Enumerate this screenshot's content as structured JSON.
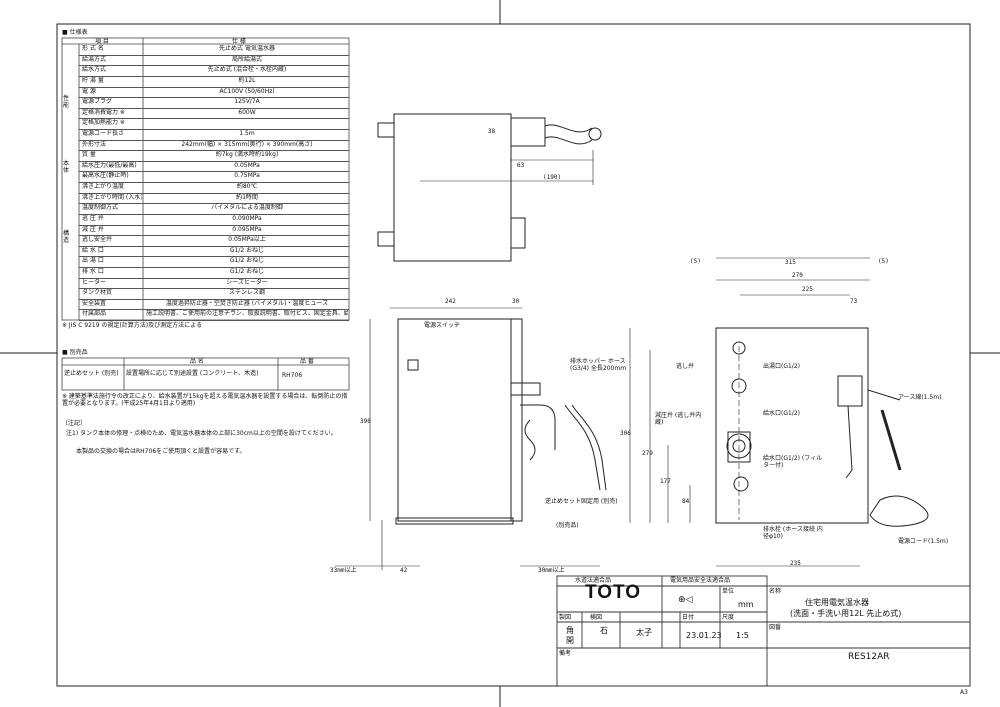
{
  "spec_table": {
    "title": "■ 仕様表",
    "header_item": "項 目",
    "header_spec": "仕 様",
    "rows": [
      {
        "label": "形 式 名",
        "value": "先止め式 電気温水器"
      },
      {
        "label": "給湯方式",
        "value": "局所給湯式"
      },
      {
        "label": "給水方式",
        "value": "先止め式 (混合栓・水栓内蔵)"
      },
      {
        "label": "貯 湯 量",
        "value": "約12L"
      },
      {
        "label": "電 源",
        "value": "AC100V (50/60Hz)"
      },
      {
        "label": "電源プラグ",
        "value": "125V/7A"
      },
      {
        "label": "定格消費電力 ※",
        "value": "600W"
      },
      {
        "label": "定格加熱能力 ※",
        "value": ""
      },
      {
        "label": "電源コード長さ",
        "value": "1.5m"
      },
      {
        "label": "外形寸法",
        "value": "242mm(幅) × 315mm(奥行) × 390mm(高さ)"
      },
      {
        "label": "質 量",
        "value": "約7kg (満水時約19kg)"
      },
      {
        "label": "給水圧力(最低/最高)",
        "value": "0.05MPa"
      },
      {
        "label": "最高水圧(静止時)",
        "value": "0.75MPa"
      },
      {
        "label": "沸き上がり温度",
        "value": "約80℃"
      },
      {
        "label": "沸き上がり時間 (入水温15℃)",
        "value": "約1時間"
      },
      {
        "label": "温度制御方式",
        "value": "バイメタルによる温度制御"
      },
      {
        "label": "逃 圧 弁",
        "value": "0.090MPa"
      },
      {
        "label": "減 圧 弁",
        "value": "0.095MPa"
      },
      {
        "label": "逃し安全弁",
        "value": "0.05MPa以上"
      },
      {
        "label": "給 水 口",
        "value": "G1/2 おねじ"
      },
      {
        "label": "出 湯 口",
        "value": "G1/2 おねじ"
      },
      {
        "label": "排 水 口",
        "value": "G1/2 おねじ"
      },
      {
        "label": "ヒーター",
        "value": "シーズヒーター"
      },
      {
        "label": "タンク材質",
        "value": "ステンレス鋼"
      },
      {
        "label": "安全装置",
        "value": "温度過昇防止器・空焚き防止器 (バイメタル)・温度ヒューズ"
      },
      {
        "label": "付属部品",
        "value": "施工説明書、ご使用前の注意チラシ、取扱説明書、取付ビス、固定金具、給水ホース (L=500mm)、排水ホッパー部 (L=200mm)"
      }
    ],
    "group_labels": [
      "性能",
      "本体",
      "構造"
    ],
    "footnote": "※ JIS C 9219 の規定(計算方法)及び測定方法による"
  },
  "accessory_table": {
    "title": "■ 別売品",
    "header_name": "品 名",
    "header_code": "品 番",
    "row": {
      "label": "逆止めセット (別売)",
      "name": "設置場所に応じて別途設置 (コンクリート、木造)",
      "code": "RH706"
    }
  },
  "notes": {
    "law_note": "※ 建築基準法施行令の改正により、給水装置が15kgを超える電気温水器を設置する場合は、転倒防止の措置が必要となります。(平成25年4月1日より適用)",
    "heading": "〔注記〕",
    "note1": "注1) タンク本体の修理・点検のため、電気温水器本体の上部に30cm以上の空間を設けてください。",
    "note2": "本製品の交換の場合はRH706をご使用頂くと設置が容易です。"
  },
  "drawing": {
    "top_dims": {
      "d_38": "38",
      "d_63": "63",
      "d_190": "(190)"
    },
    "front_dims": {
      "d_242": "242",
      "d_30": "30",
      "d_390": "390",
      "d_42": "42",
      "d_33": "33mm以上",
      "d_30b": "30mm以上"
    },
    "side_dims": {
      "d_315": "315",
      "d_270": "270",
      "d_225": "225",
      "d_5l": "(5)",
      "d_5r": "(5)",
      "d_73": "73",
      "d_306": "306",
      "d_279": "279",
      "d_177": "177",
      "d_84": "84",
      "d_235": "235"
    },
    "labels": {
      "power_switch": "電源スイッチ",
      "hopper": "排水ホッパー ホース(G3/4) 全長200mm",
      "relief": "逃し弁",
      "outlet": "出湯口(G1/2)",
      "inlet": "給水口(G1/2)",
      "reduce": "減圧弁 (逃し弁内蔵)",
      "supply": "給水口(G1/2) (フィルター付)",
      "earth": "アース線(1.5m)",
      "drain": "排水栓 (ホース接続 内径φ10)",
      "cord": "電源コード(1.5m)",
      "fall_prevention": "逆止めセット固定用 (別売)",
      "fall_sub": "(別売品)"
    }
  },
  "title_block": {
    "approval_1": "水道法適合品",
    "approval_2": "電気用品安全法適合品",
    "brand": "TOTO",
    "unit_label": "単位",
    "unit": "mm",
    "name_label": "名称",
    "product_name": "住宅用電気温水器",
    "product_sub": "(洗面・手洗い用12L 先止め式)",
    "drawn_label": "製図",
    "checked_label": "検図",
    "person_1": "角",
    "person_2": "石",
    "person_3": "開",
    "person_4": "太子",
    "date_label": "日付",
    "date": "23.01.23",
    "scale_label": "尺度",
    "scale": "1:5",
    "code_label": "図番",
    "code": "RES12AR",
    "remarks_label": "備考",
    "sheet_size": "A3"
  }
}
